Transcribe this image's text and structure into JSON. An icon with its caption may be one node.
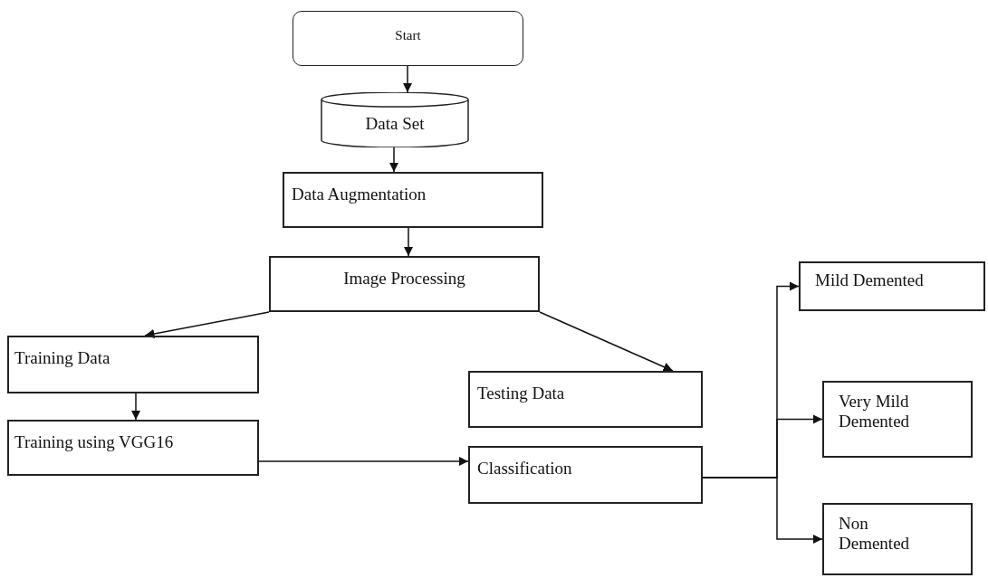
{
  "diagram": {
    "nodes": [
      {
        "text": [
          "Start"
        ]
      },
      {
        "text": [
          "Data Set"
        ]
      },
      {
        "text": [
          "Data Augmentation"
        ]
      },
      {
        "text": [
          "Image Processing"
        ]
      },
      {
        "text": [
          "Training Data"
        ]
      },
      {
        "text": [
          "Testing Data"
        ]
      },
      {
        "text": [
          "Training using VGG16"
        ]
      },
      {
        "text": [
          "Classification"
        ]
      },
      {
        "text": [
          "Mild Demented"
        ]
      },
      {
        "text": [
          "Very Mild Demented"
        ]
      },
      {
        "text": [
          "Non Demented"
        ]
      }
    ],
    "edges": [
      {
        "from": 0,
        "to": 1,
        "arrow": "to"
      },
      {
        "from": 1,
        "to": 2,
        "arrow": "to"
      },
      {
        "from": 2,
        "to": 3,
        "arrow": "to"
      },
      {
        "from": 3,
        "to": 4,
        "arrow": "to"
      },
      {
        "from": 3,
        "to": 5,
        "arrow": "to"
      },
      {
        "from": 4,
        "to": 6,
        "arrow": "to"
      },
      {
        "from": 6,
        "to": 7,
        "arrow": "to"
      },
      {
        "from": 7,
        "to": 8,
        "arrow": "to"
      },
      {
        "from": 7,
        "to": 9,
        "arrow": "to"
      },
      {
        "from": 7,
        "to": 10,
        "arrow": "to"
      }
    ]
  }
}
